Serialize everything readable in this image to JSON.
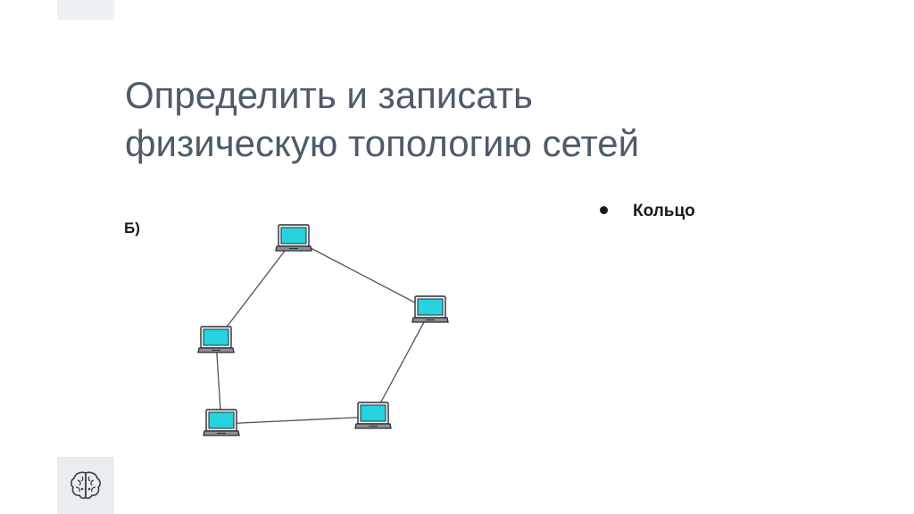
{
  "slide": {
    "title_lines": [
      "Определить и записать",
      "физическую топологию сетей"
    ],
    "label": "Б)",
    "bullets": [
      "Кольцо"
    ]
  },
  "diagram": {
    "nodes": [
      "laptop-1",
      "laptop-2",
      "laptop-3",
      "laptop-4",
      "laptop-5"
    ],
    "links": [
      [
        "laptop-1",
        "laptop-2"
      ],
      [
        "laptop-2",
        "laptop-3"
      ],
      [
        "laptop-3",
        "laptop-4"
      ],
      [
        "laptop-4",
        "laptop-5"
      ],
      [
        "laptop-5",
        "laptop-1"
      ]
    ],
    "colors": {
      "screen": "#26d3de",
      "device": "#8a8f96",
      "outline": "#2a2e33",
      "link": "#4a525c"
    }
  },
  "icons": {
    "logo": "brain-icon"
  }
}
